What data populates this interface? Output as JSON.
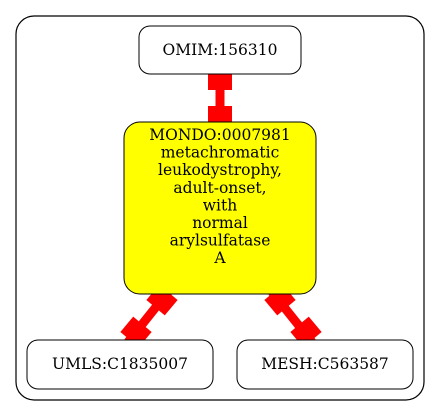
{
  "colors": {
    "background": "#ffffff",
    "cluster_stroke": "#000000",
    "node_stroke": "#000000",
    "node_fill": "#ffffff",
    "focus_fill": "#ffff00",
    "edge_color": "#ff0000",
    "text": "#000000"
  },
  "nodes": {
    "omim": {
      "label": "OMIM:156310"
    },
    "mondo": {
      "lines": [
        "MONDO:0007981",
        "metachromatic",
        "leukodystrophy,",
        "adult-onset,",
        "with",
        "normal",
        "arylsulfatase",
        "A"
      ]
    },
    "umls": {
      "label": "UMLS:C1835007"
    },
    "mesh": {
      "label": "MESH:C563587"
    }
  },
  "edges": [
    {
      "from": "omim",
      "to": "mondo"
    },
    {
      "from": "mondo",
      "to": "umls"
    },
    {
      "from": "mondo",
      "to": "mesh"
    }
  ]
}
